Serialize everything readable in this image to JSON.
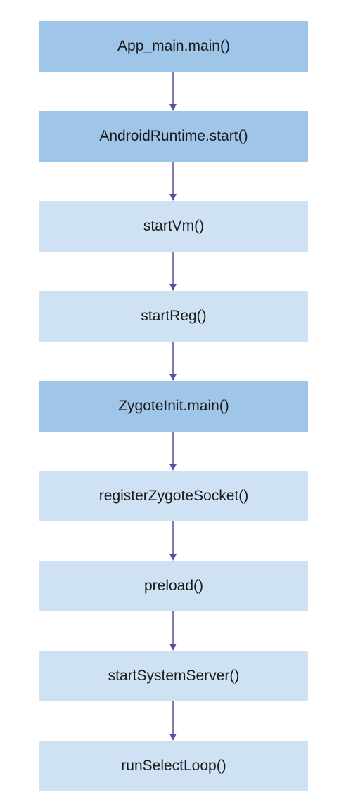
{
  "colors": {
    "dark_fill": "#9fc5e8",
    "light_fill": "#cfe2f3",
    "arrow": "#5b4e9e"
  },
  "nodes": [
    {
      "label": "App_main.main()",
      "style": "dark"
    },
    {
      "label": "AndroidRuntime.start()",
      "style": "dark"
    },
    {
      "label": "startVm()",
      "style": "light"
    },
    {
      "label": "startReg()",
      "style": "light"
    },
    {
      "label": "ZygoteInit.main()",
      "style": "dark"
    },
    {
      "label": "registerZygoteSocket()",
      "style": "light"
    },
    {
      "label": "preload()",
      "style": "light"
    },
    {
      "label": "startSystemServer()",
      "style": "light"
    },
    {
      "label": "runSelectLoop()",
      "style": "light"
    }
  ]
}
